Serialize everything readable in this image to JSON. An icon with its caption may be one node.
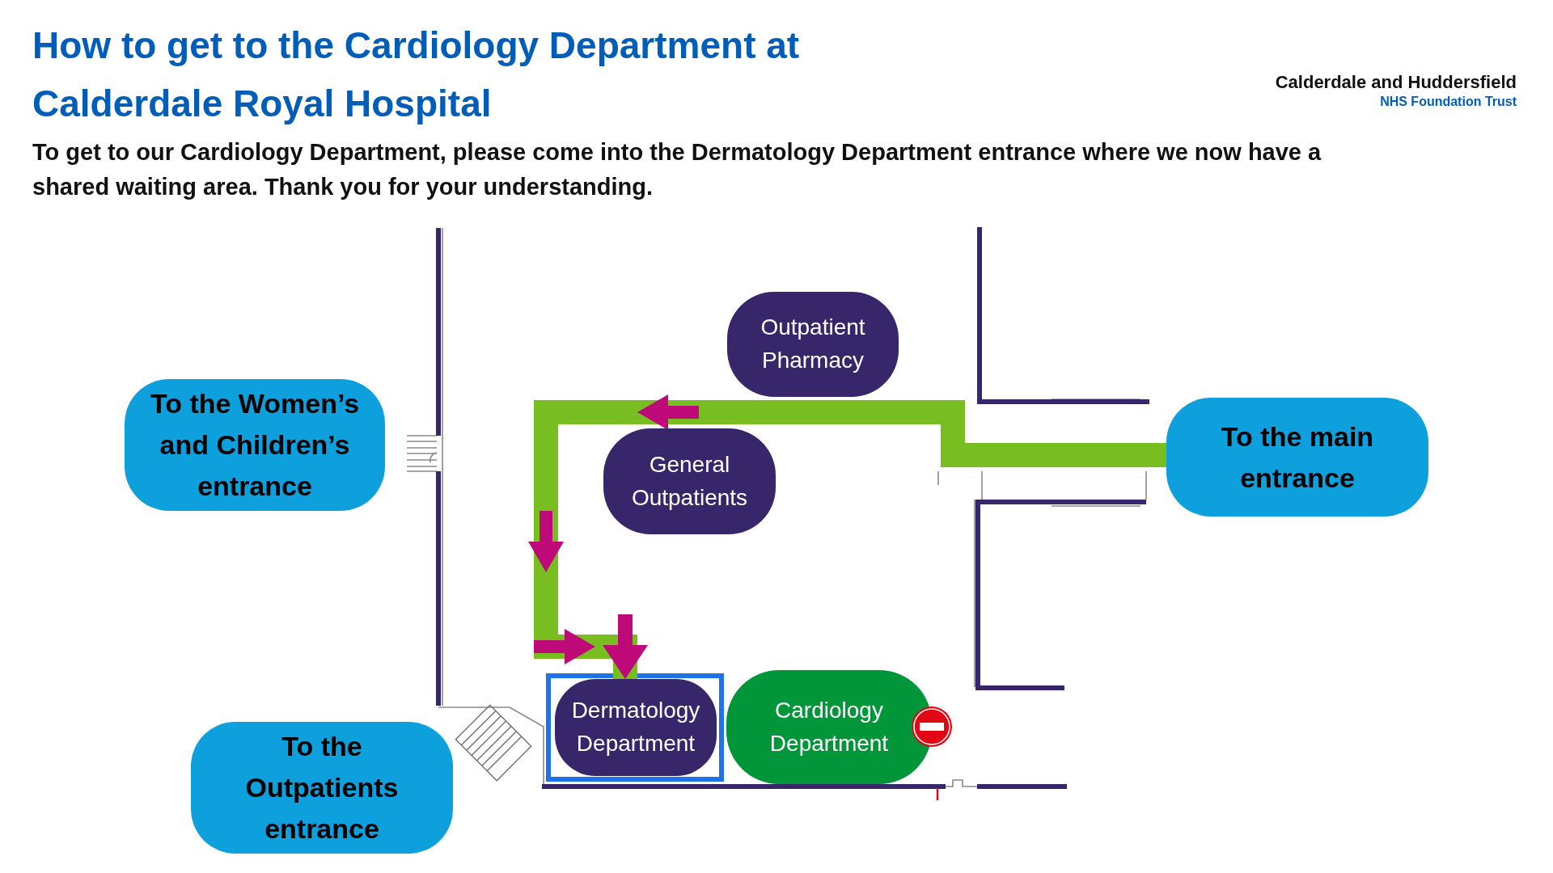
{
  "diagram": {
    "title": "How to get to the Cardiology Department at Calderdale Royal Hospital",
    "nodes": [
      {
        "text": [
          "Outpatient Pharmacy"
        ]
      },
      {
        "text": [
          "To the Women’s and Children’s entrance"
        ]
      },
      {
        "text": [
          "To the main entrance"
        ]
      },
      {
        "text": [
          "General Outpatients"
        ]
      },
      {
        "text": [
          "Dermatology Department"
        ]
      },
      {
        "text": [
          "Cardiology Department"
        ]
      },
      {
        "text": [
          "To the Outpatients entrance"
        ]
      }
    ],
    "edges": [
      {
        "from": 2,
        "to": 4,
        "arrow": "to"
      }
    ],
    "labels": [
      "Calderdale and Huddersfield",
      "NHS Foundation Trust",
      "To get to our Cardiology Department, please come into the Dermatology Department entrance where we now have a shared waiting area. Thank you for your understanding."
    ]
  }
}
